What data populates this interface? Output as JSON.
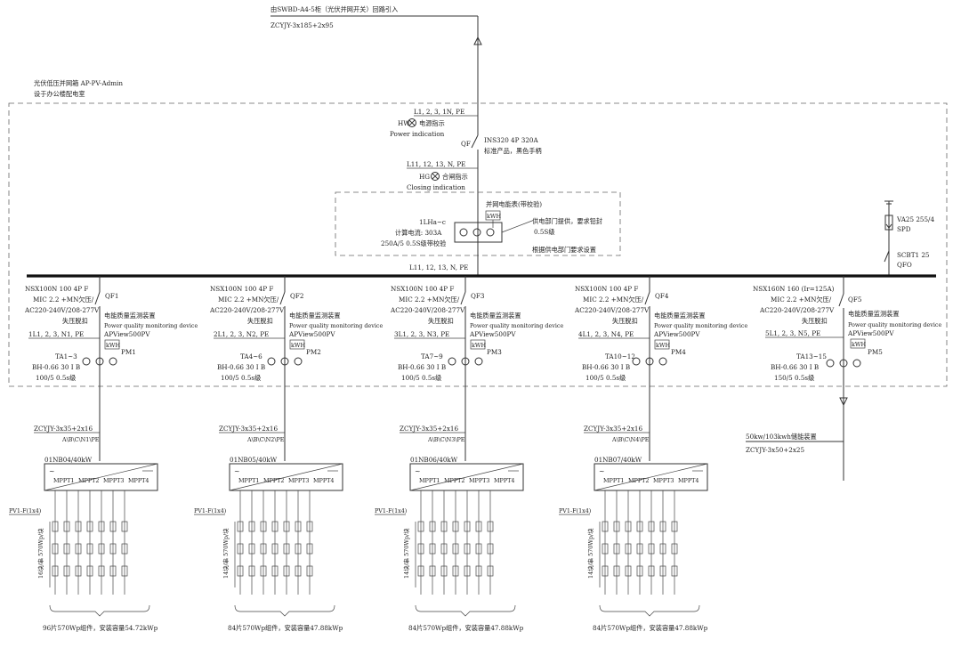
{
  "feed": {
    "source": "由SWBD-A4-5柜（光伏并网开关）回路引入",
    "cable": "ZCYJY-3x185+2x95"
  },
  "box": {
    "title": "光伏低压并网箱 AP-PV-Admin",
    "location": "设于办公楼配电室"
  },
  "incoming": {
    "phase_label_1": "L1, 2, 3, 1N, PE",
    "hw_tag": "HW",
    "hw_cn": "电源指示",
    "hw_en": "Power indication",
    "qf_tag": "QF",
    "breaker_model": "INS320 4P 320A",
    "breaker_note": "标准产品，黑色手柄",
    "phase_label_2": "L11, 12, 13, N, PE",
    "hg_tag": "HG",
    "hg_cn": "合闸指示",
    "hg_en": "Closing indication"
  },
  "meter": {
    "title": "并网电能表(带校验)",
    "kwh": "kWH",
    "ct_tag": "1LHa~c",
    "current": "计算电流: 303A",
    "ct_spec": "250A/5 0.5S级带校验",
    "provided": "供电部门提供，要求铅封",
    "class": "0.5S级",
    "note": "根据供电部门要求设置"
  },
  "spd": {
    "spd_model": "VA25 255/4",
    "spd_tag": "SPD",
    "qfo_model": "SCBT1 25",
    "qfo_tag": "QFO"
  },
  "busbar_label": "L11, 12, 13, N, PE",
  "branches": [
    {
      "model": "NSX100N 100 4P F",
      "mic": "MIC 2.2 +MN欠压/",
      "volt": "AC220-240V/208-277V",
      "trip": "失压脱扣",
      "qf": "QF1",
      "device_cn": "电能质量监测装置",
      "device_en": "Power quality monitoring device",
      "phase": "1L1, 2, 3, N1, PE",
      "apview": "APView500PV",
      "kwh": "kWH",
      "pm": "PM1",
      "ta": "TA1~3",
      "bh": "BH-0.66 30 I B",
      "ratio": "100/5 0.5s级",
      "cable": "ZCYJY-3x35+2x16",
      "phases": "A\\B\\C\\N1\\PE",
      "inverter": "01NB04/40kW",
      "mppt": [
        "MPPT1",
        "MPPT2",
        "MPPT3",
        "MPPT4"
      ],
      "pv_label": "PV1-F(1x4)",
      "string_label": "16块/串 570Wp/块",
      "capacity": "96片570Wp组件，安装容量54.72kWp"
    },
    {
      "model": "NSX100N 100 4P F",
      "mic": "MIC 2.2 +MN欠压/",
      "volt": "AC220-240V/208-277V",
      "trip": "失压脱扣",
      "qf": "QF2",
      "device_cn": "电能质量监测装置",
      "device_en": "Power quality monitoring device",
      "phase": "2L1, 2, 3, N2, PE",
      "apview": "APView500PV",
      "kwh": "kWH",
      "pm": "PM2",
      "ta": "TA4~6",
      "bh": "BH-0.66 30 I B",
      "ratio": "100/5 0.5s级",
      "cable": "ZCYJY-3x35+2x16",
      "phases": "A\\B\\C\\N2\\PE",
      "inverter": "01NB05/40kW",
      "mppt": [
        "MPPT1",
        "MPPT2",
        "MPPT3",
        "MPPT4"
      ],
      "pv_label": "PV1-F(1x4)",
      "string_label": "14块/串 570Wp/块",
      "capacity": "84片570Wp组件，安装容量47.88kWp"
    },
    {
      "model": "NSX100N 100 4P F",
      "mic": "MIC 2.2 +MN欠压/",
      "volt": "AC220-240V/208-277V",
      "trip": "失压脱扣",
      "qf": "QF3",
      "device_cn": "电能质量监测装置",
      "device_en": "Power quality monitoring device",
      "phase": "3L1, 2, 3, N3, PE",
      "apview": "APView500PV",
      "kwh": "kWH",
      "pm": "PM3",
      "ta": "TA7~9",
      "bh": "BH-0.66 30 I B",
      "ratio": "100/5 0.5s级",
      "cable": "ZCYJY-3x35+2x16",
      "phases": "A\\B\\C\\N3\\PE",
      "inverter": "01NB06/40kW",
      "mppt": [
        "MPPT1",
        "MPPT2",
        "MPPT3",
        "MPPT4"
      ],
      "pv_label": "PV1-F(1x4)",
      "string_label": "14块/串 570Wp/块",
      "capacity": "84片570Wp组件，安装容量47.88kWp"
    },
    {
      "model": "NSX100N 100 4P F",
      "mic": "MIC 2.2 +MN欠压/",
      "volt": "AC220-240V/208-277V",
      "trip": "失压脱扣",
      "qf": "QF4",
      "device_cn": "电能质量监测装置",
      "device_en": "Power quality monitoring device",
      "phase": "4L1, 2, 3, N4, PE",
      "apview": "APView500PV",
      "kwh": "kWH",
      "pm": "PM4",
      "ta": "TA10~12",
      "bh": "BH-0.66 30 I B",
      "ratio": "100/5 0.5s级",
      "cable": "ZCYJY-3x35+2x16",
      "phases": "A\\B\\C\\N4\\PE",
      "inverter": "01NB07/40kW",
      "mppt": [
        "MPPT1",
        "MPPT2",
        "MPPT3",
        "MPPT4"
      ],
      "pv_label": "PV1-F(1x4)",
      "string_label": "14块/串 570Wp/块",
      "capacity": "84片570Wp组件，安装容量47.88kWp"
    }
  ],
  "storage": {
    "model": "NSX160N 160 (Ir=125A)",
    "mic": "MIC 2.2 +MN欠压/",
    "volt": "AC220-240V/208-277V",
    "trip": "失压脱扣",
    "qf": "QF5",
    "device_cn": "电能质量监测装置",
    "device_en": "Power quality monitoring device",
    "phase": "5L1, 2, 3, N5, PE",
    "apview": "APView500PV",
    "kwh": "kWH",
    "pm": "PM5",
    "ta": "TA13~15",
    "bh": "BH-0.66 30 I B",
    "ratio": "150/5 0.5s级",
    "load": "50kw/103kwh储能装置",
    "cable": "ZCYJY-3x50+2x25"
  }
}
